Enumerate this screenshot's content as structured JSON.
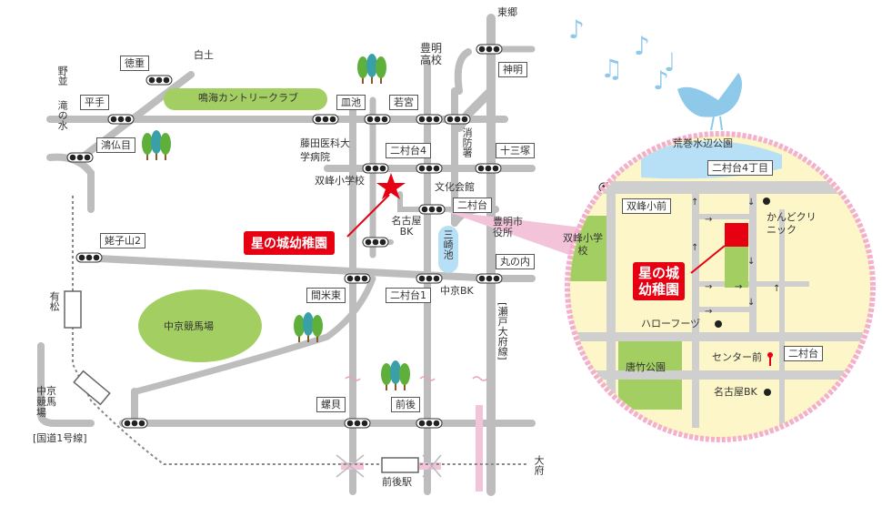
{
  "destination": {
    "name": "星の城幼稚園",
    "name_line1": "星の城",
    "name_line2": "幼稚園"
  },
  "places": {
    "tokushige": "徳重",
    "shirotsuchi": "白土",
    "nonami": "野並",
    "takinomizu": "滝の水",
    "hirate": "平手",
    "narumi_cc": "鳴海カントリークラブ",
    "sarauke": "皿池",
    "wakamiya": "若宮",
    "houmei_hs": "豊明高校",
    "shinmei": "神明",
    "tougou": "東郷",
    "koukoume": "鴻仏目",
    "fujita_hospital": "藤田医科大学病院",
    "nimuradai4": "二村台4",
    "shoubousho": "消防署",
    "juusanzuka": "十三塚",
    "soumine_es": "双峰小学校",
    "bunka_kaikan": "文化会館",
    "nimuradai": "二村台",
    "nagoya_bk": "名古屋BK",
    "toyoake_cityhall": "豊明市役所",
    "misakiike": "三崎池",
    "anegoyama2": "姥子山2",
    "marunouchi": "丸の内",
    "arimatsu": "有松",
    "chukyo_racecourse": "中京競馬場",
    "mayone_higashi": "間米東",
    "nimuradai1": "二村台1",
    "chukyo_bk": "中京BK",
    "seto_ofu_line": "瀬戸大府線",
    "chukyo_keibajo": "中京競馬場",
    "national_route1": "国道1号線",
    "horagai": "螺貝",
    "zengo": "前後",
    "zengo_station": "前後駅",
    "obu": "大府"
  },
  "inset": {
    "arimaki_park": "荒巻水辺公園",
    "nimuradai4chome": "二村台4丁目",
    "soumine_mae": "双峰小前",
    "kando_clinic": "かんどクリニック",
    "soumine_es": "双峰小学校",
    "hello_foods": "ハローフーヅ",
    "karatake_park": "唐竹公園",
    "center_mae": "センター前",
    "nimuradai": "二村台",
    "nagoya_bk": "名古屋BK"
  },
  "colors": {
    "road": "#bdbdbd",
    "park": "#a3cf62",
    "water": "#b7dff5",
    "dest": "#e60012",
    "inset_bg": "#fcf6c8",
    "inset_border": "#f3aed0",
    "bird": "#8fc9ea"
  }
}
